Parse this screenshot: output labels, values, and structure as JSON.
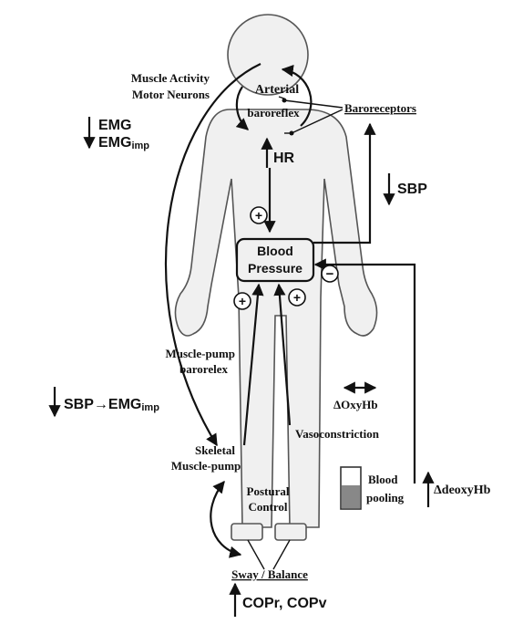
{
  "labels": {
    "muscle_activity_1": "Muscle Activity",
    "muscle_activity_2": "Motor Neurons",
    "arterial": "Arterial",
    "baroreflex": "baroreflex",
    "baroreceptors": "Baroreceptors",
    "emg": "EMG",
    "emg_imp": "EMG",
    "emg_imp_sub": "imp",
    "hr": "HR",
    "sbp": "SBP",
    "blood": "Blood",
    "pressure": "Pressure",
    "muscle_pump_1": "Muscle-pump",
    "muscle_pump_2": "barorelex",
    "sbp_emg_1": "SBP",
    "sbp_emg_2": "EMG",
    "sbp_emg_sub": "imp",
    "oxyhb": "ΔOxyHb",
    "vasoconstriction": "Vasoconstriction",
    "skeletal_1": "Skeletal",
    "skeletal_2": "Muscle-pump",
    "postural_1": "Postural",
    "postural_2": "Control",
    "blood_pooling_1": "Blood",
    "blood_pooling_2": "pooling",
    "deoxyhb": "ΔdeoxyHb",
    "sway": "Sway / Balance",
    "copr": "COPr, COPv",
    "plus": "+",
    "minus": "−"
  }
}
